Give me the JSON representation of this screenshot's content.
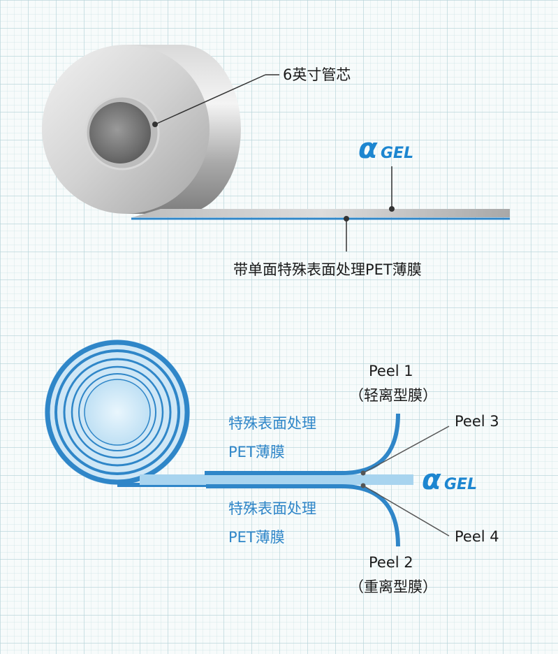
{
  "top": {
    "core_label": "6英寸管芯",
    "film_label": "带单面特殊表面处理PET薄膜",
    "logo_alpha": "α",
    "logo_text": "GEL"
  },
  "bottom": {
    "film_upper_line1": "特殊表面处理",
    "film_upper_line2": "PET薄膜",
    "film_lower_line1": "特殊表面处理",
    "film_lower_line2": "PET薄膜",
    "peel1": "Peel 1",
    "peel1_desc": "（轻离型膜）",
    "peel2": "Peel 2",
    "peel2_desc": "（重离型膜）",
    "peel3": "Peel 3",
    "peel4": "Peel 4",
    "logo_alpha": "α",
    "logo_text": "GEL"
  },
  "colors": {
    "film_blue": "#2f86c8",
    "gel_light_blue": "#a8d4ef",
    "logo_blue": "#1d86d0"
  }
}
